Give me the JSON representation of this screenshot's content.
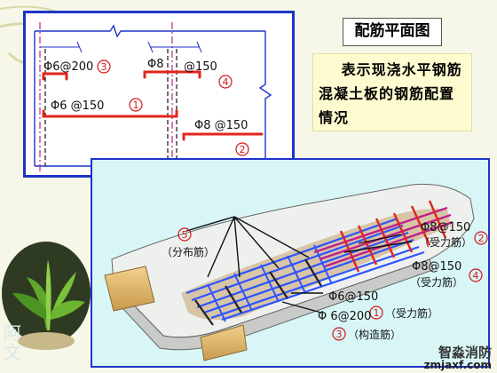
{
  "title": "配筋平面图",
  "description": "表示现浇水平钢筋混凝土板的钢筋配置情况",
  "plan": {
    "labels": [
      {
        "text": "Φ6@200",
        "num": "3"
      },
      {
        "text": "Φ8",
        "num": ""
      },
      {
        "text": "@150",
        "num": "4"
      },
      {
        "text": "Φ6 @150",
        "num": "1"
      },
      {
        "text": "Φ8 @150",
        "num": "2"
      }
    ]
  },
  "iso": {
    "distribution_label": {
      "num": "5",
      "text": "（分布筋）"
    },
    "callouts": [
      {
        "spec": "Φ8@150",
        "num": "2",
        "role": "（受力筋）"
      },
      {
        "spec": "Φ8@150",
        "num": "4",
        "role": "（受力筋）"
      },
      {
        "spec": "Φ6@150",
        "num": "1",
        "role": "（受力筋）"
      },
      {
        "spec": "Φ 6@200",
        "num": "3",
        "role": "（构造筋）"
      }
    ]
  },
  "watermark": {
    "cn": "智淼消防",
    "en": "zmjaxf.com"
  },
  "colors": {
    "frame": "#1f33c9",
    "rebar_red": "#e1251b",
    "rebar_blue": "#2d54ff",
    "rebar_magenta": "#c0208a",
    "label_red": "#d1181b",
    "iso_bg": "#d9f6f6"
  }
}
